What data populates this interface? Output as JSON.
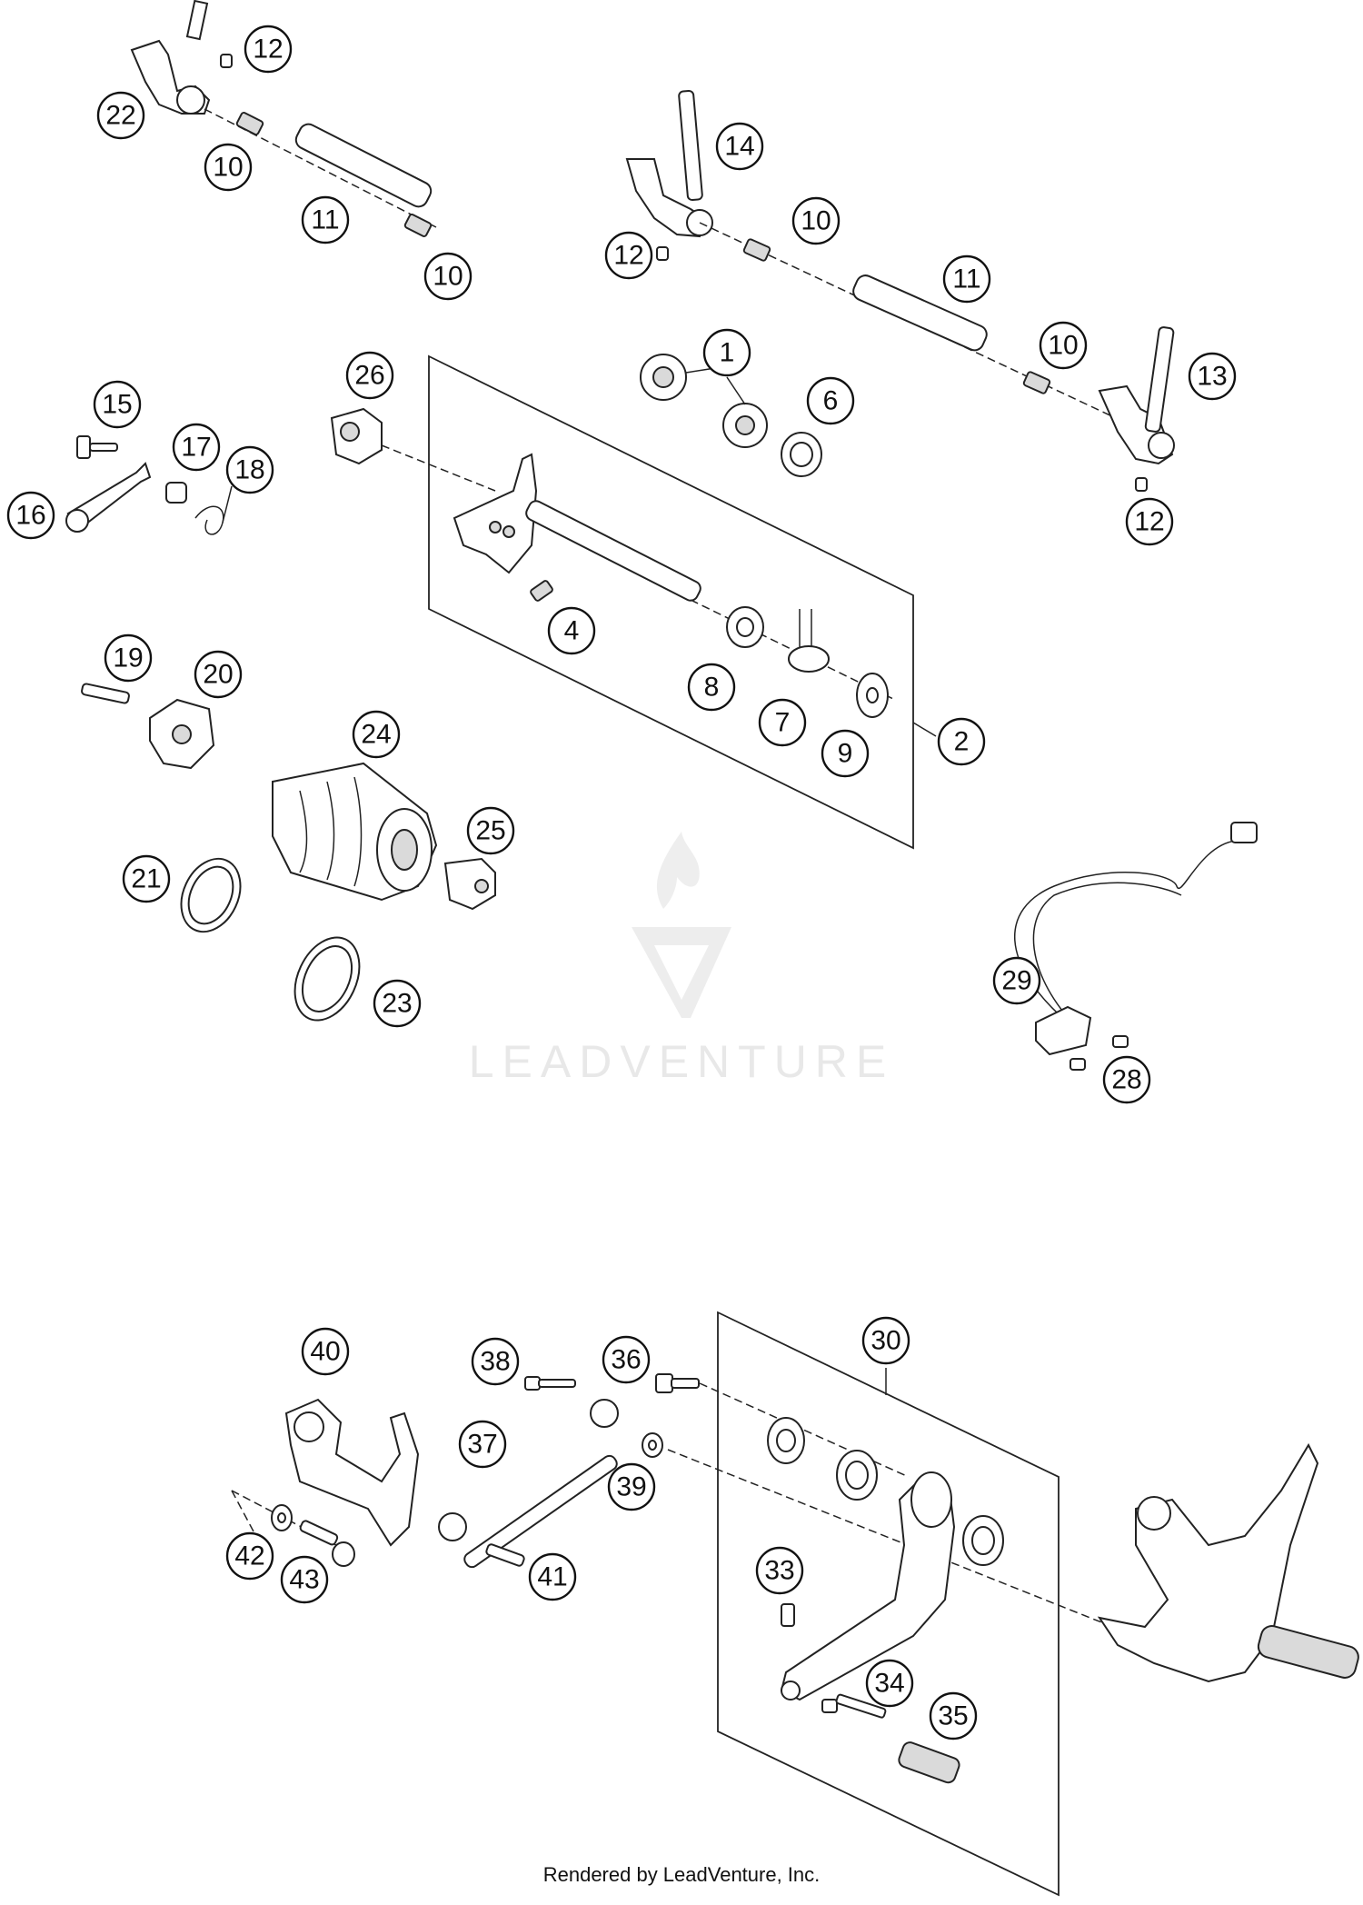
{
  "watermark": {
    "brand": "LEADVENTURE"
  },
  "footer": {
    "credit": "Rendered by LeadVenture, Inc."
  },
  "callouts": [
    {
      "id": "c12a",
      "label": "12"
    },
    {
      "id": "c22",
      "label": "22"
    },
    {
      "id": "c10a",
      "label": "10"
    },
    {
      "id": "c11a",
      "label": "11"
    },
    {
      "id": "c10b",
      "label": "10"
    },
    {
      "id": "c14",
      "label": "14"
    },
    {
      "id": "c10c",
      "label": "10"
    },
    {
      "id": "c12b",
      "label": "12"
    },
    {
      "id": "c11b",
      "label": "11"
    },
    {
      "id": "c10d",
      "label": "10"
    },
    {
      "id": "c13",
      "label": "13"
    },
    {
      "id": "c12c",
      "label": "12"
    },
    {
      "id": "c1",
      "label": "1"
    },
    {
      "id": "c6",
      "label": "6"
    },
    {
      "id": "c26",
      "label": "26"
    },
    {
      "id": "c15",
      "label": "15"
    },
    {
      "id": "c17",
      "label": "17"
    },
    {
      "id": "c18",
      "label": "18"
    },
    {
      "id": "c16",
      "label": "16"
    },
    {
      "id": "c4",
      "label": "4"
    },
    {
      "id": "c8",
      "label": "8"
    },
    {
      "id": "c7",
      "label": "7"
    },
    {
      "id": "c9",
      "label": "9"
    },
    {
      "id": "c2",
      "label": "2"
    },
    {
      "id": "c19",
      "label": "19"
    },
    {
      "id": "c20",
      "label": "20"
    },
    {
      "id": "c24",
      "label": "24"
    },
    {
      "id": "c25",
      "label": "25"
    },
    {
      "id": "c21",
      "label": "21"
    },
    {
      "id": "c23",
      "label": "23"
    },
    {
      "id": "c29",
      "label": "29"
    },
    {
      "id": "c28",
      "label": "28"
    },
    {
      "id": "c40",
      "label": "40"
    },
    {
      "id": "c38",
      "label": "38"
    },
    {
      "id": "c36",
      "label": "36"
    },
    {
      "id": "c30",
      "label": "30"
    },
    {
      "id": "c37",
      "label": "37"
    },
    {
      "id": "c39",
      "label": "39"
    },
    {
      "id": "c42",
      "label": "42"
    },
    {
      "id": "c43",
      "label": "43"
    },
    {
      "id": "c41",
      "label": "41"
    },
    {
      "id": "c33",
      "label": "33"
    },
    {
      "id": "c34",
      "label": "34"
    },
    {
      "id": "c35",
      "label": "35"
    }
  ]
}
